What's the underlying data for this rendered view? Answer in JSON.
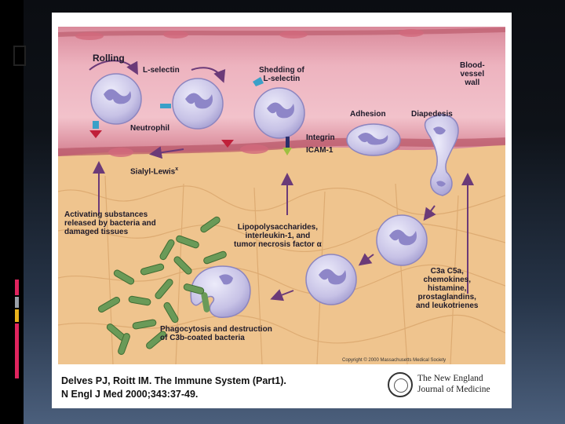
{
  "figure": {
    "labels": {
      "rolling": "Rolling",
      "l_selectin": "L-selectin",
      "shedding": "Shedding of",
      "shedding2": "L-selectin",
      "adhesion": "Adhesion",
      "diapedesis": "Diapedesis",
      "vessel_wall": "Blood-",
      "vessel_wall2": "vessel",
      "vessel_wall3": "wall",
      "neutrophil": "Neutrophil",
      "integrin": "Integrin",
      "icam": "ICAM-1",
      "sialyl": "Sialyl-Lewis",
      "sialyl_sup": "x",
      "activating1": "Activating substances",
      "activating2": "released by bacteria and",
      "activating3": "damaged tissues",
      "lps1": "Lipopolysaccharides,",
      "lps2": "interleukin-1, and",
      "lps3": "tumor necrosis factor α",
      "c3a1": "C3a  C5a,",
      "c3a2": "chemokines,",
      "c3a3": "histamine,",
      "c3a4": "prostaglandins,",
      "c3a5": "and leukotrienes",
      "phago1": "Phagocytosis and destruction",
      "phago2": "of C3b-coated bacteria",
      "copyright": "Copyright © 2000 Massachusetts Medical Society"
    },
    "colors": {
      "vessel": "#e7a7b4",
      "vessel_wall": "#c9707f",
      "tissue": "#f0c690",
      "cell": "#c9c3e8",
      "nucleus": "#8e86c8",
      "bacteria": "#6a9a58",
      "arrow": "#6b3a78"
    }
  },
  "citation": {
    "line1": "Delves PJ, Roitt IM. The Immune System (Part1).",
    "line2": "N Engl J Med 2000;343:37-49."
  },
  "publisher": {
    "line1": "The New England",
    "line2": "Journal of Medicine"
  }
}
